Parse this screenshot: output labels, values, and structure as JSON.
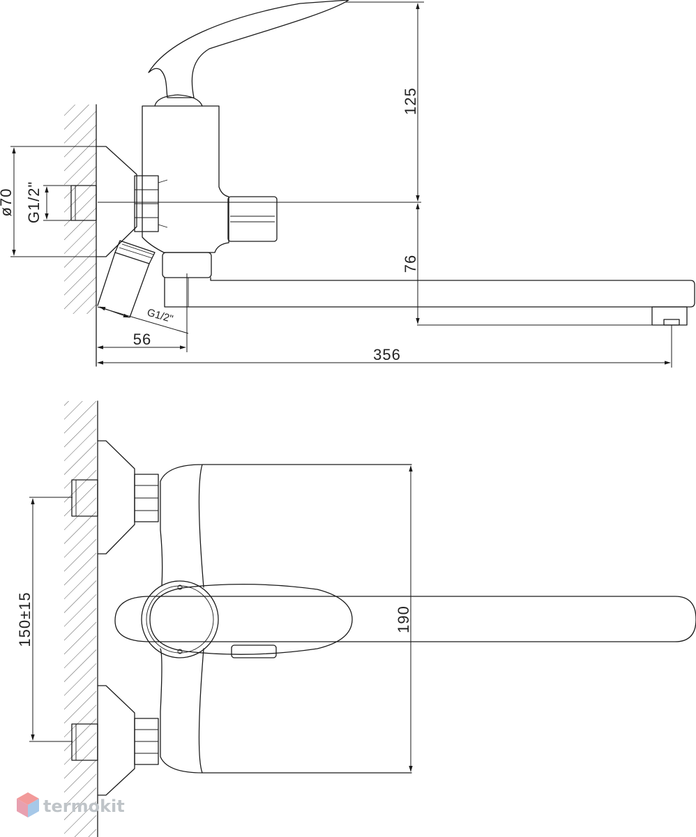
{
  "dimensions": {
    "height_125": "125",
    "height_76": "76",
    "diameter_70": "ø70",
    "thread_side": "G1/2\"",
    "thread_bottom": "G1/2\"",
    "depth_56": "56",
    "length_356": "356",
    "spacing": "150±15",
    "height_190": "190"
  },
  "brand": {
    "name": "termokit",
    "colors": {
      "top": "#f29a9a",
      "left": "#e8a0b0",
      "right": "#a6c8e8"
    }
  }
}
